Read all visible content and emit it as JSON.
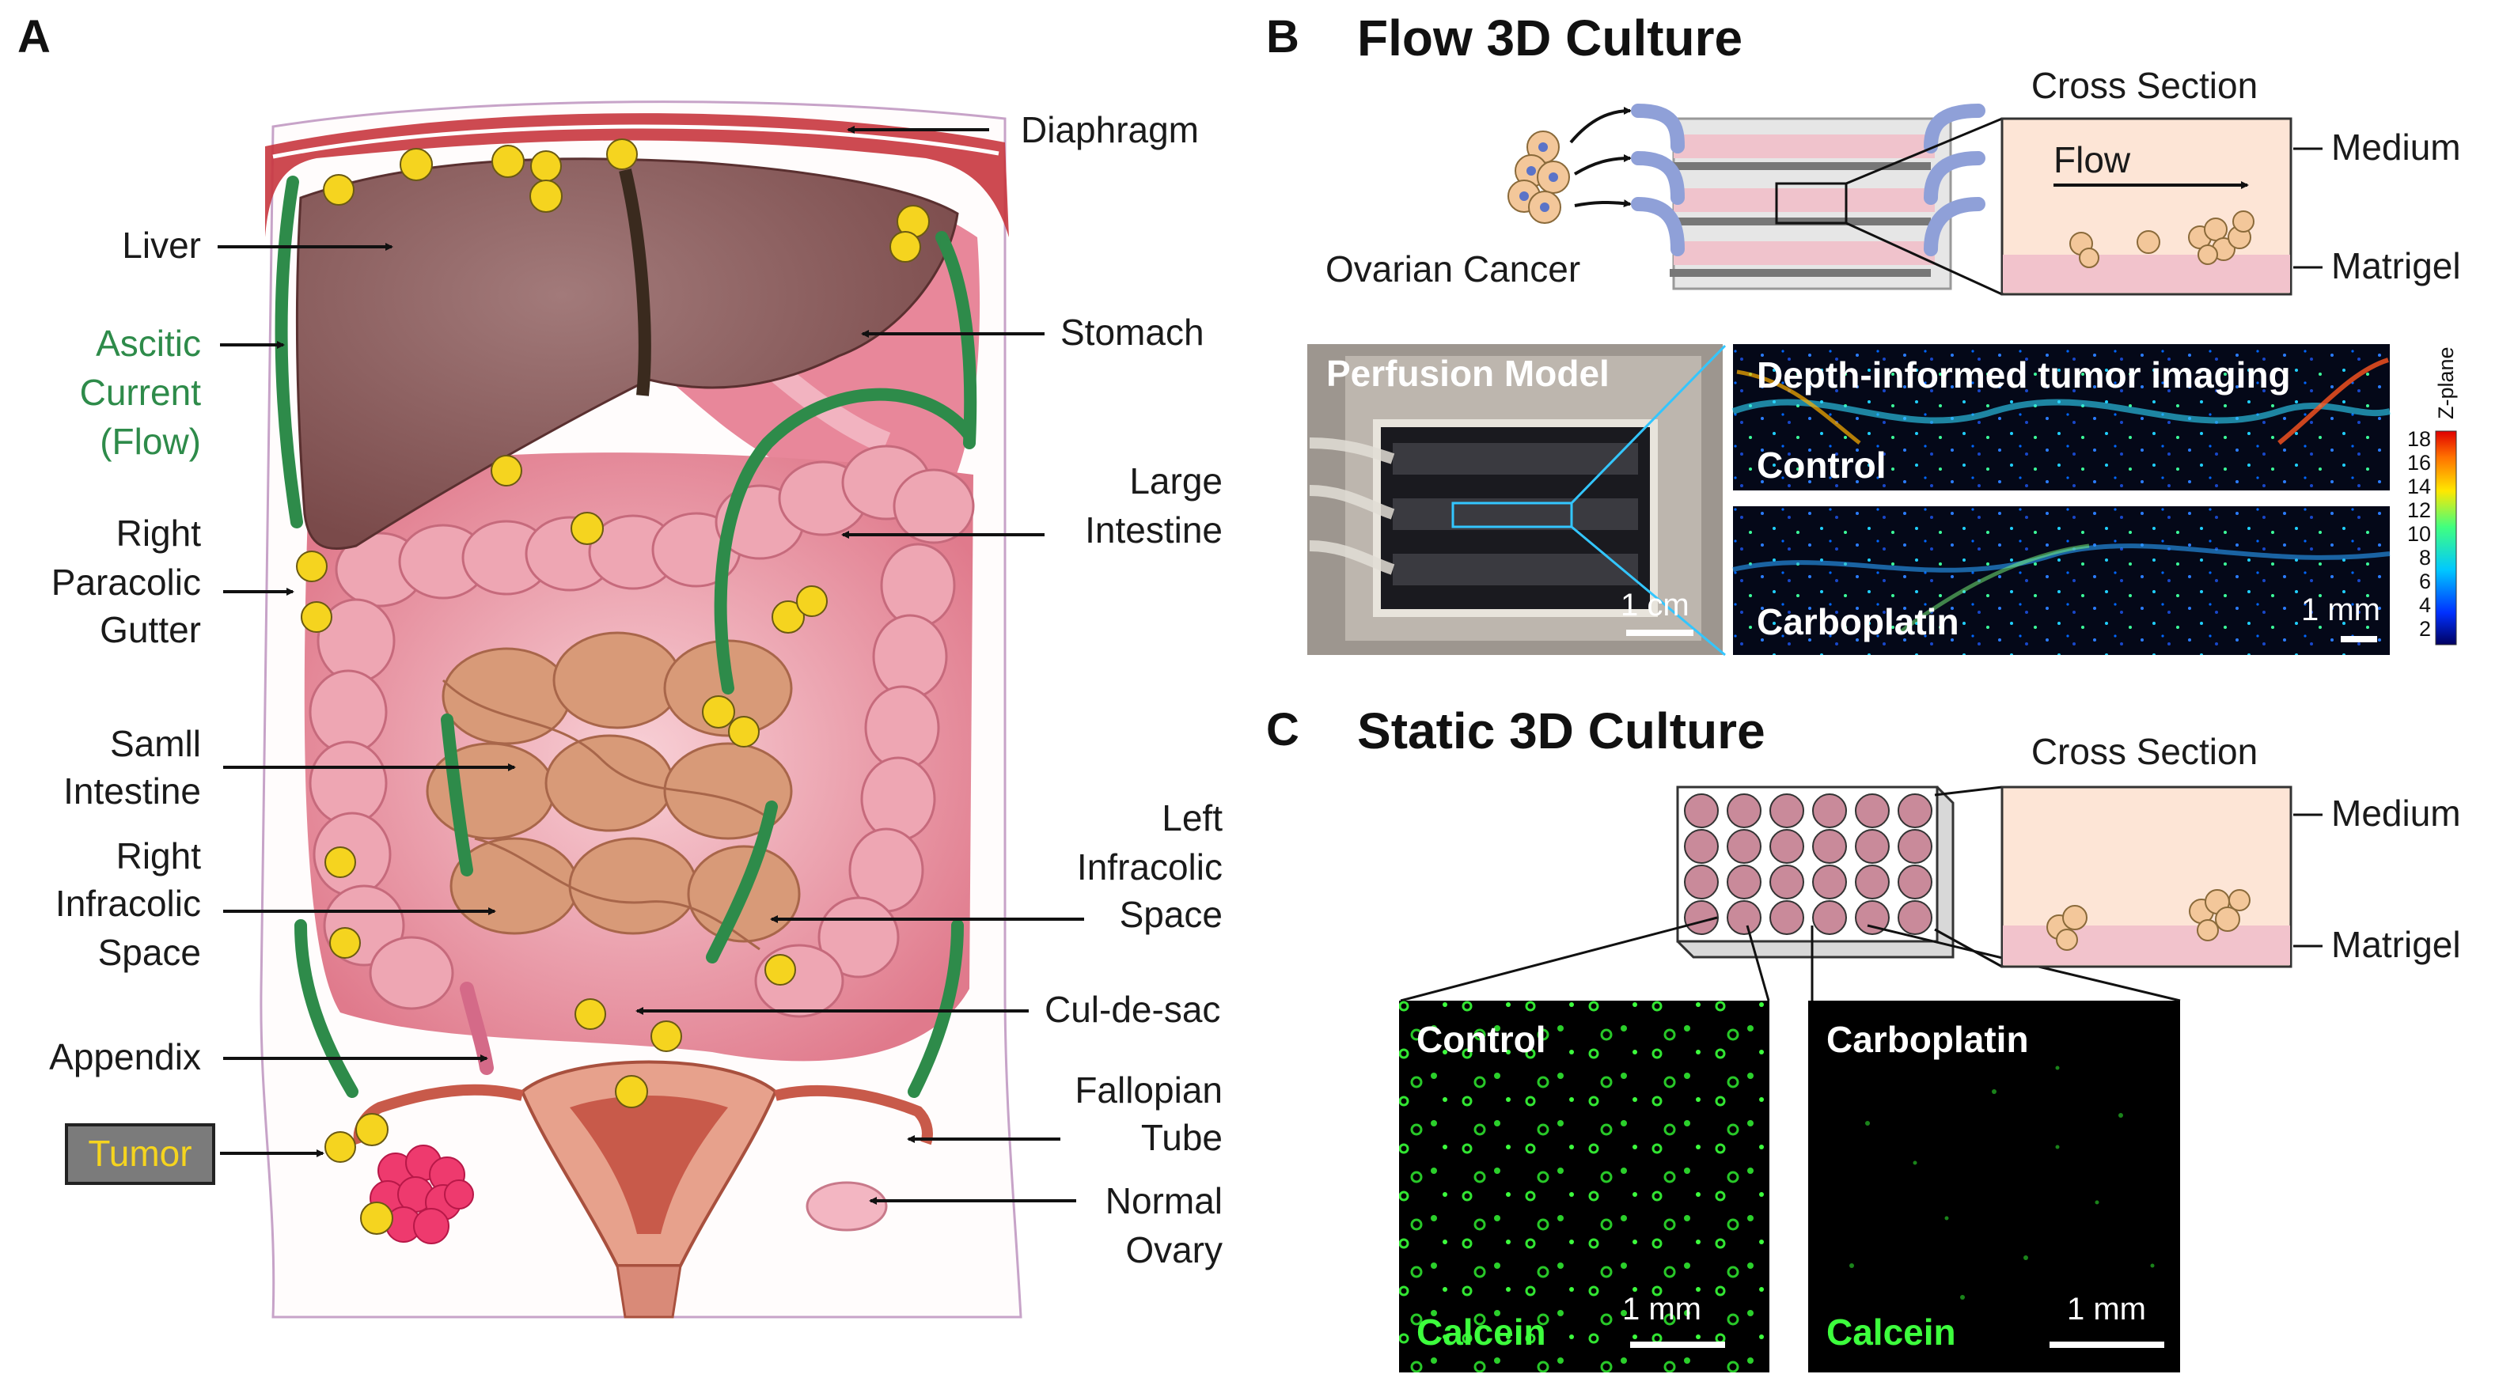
{
  "panels": {
    "a": "A",
    "b": "B",
    "c": "C"
  },
  "panel_b": {
    "title": "Flow 3D Culture",
    "cross_section": "Cross Section",
    "flow": "Flow",
    "medium": "Medium",
    "matrigel": "Matrigel",
    "ovarian_cancer": "Ovarian Cancer",
    "perfusion_model": "Perfusion Model",
    "depth_imaging": "Depth-informed tumor imaging",
    "control": "Control",
    "carboplatin": "Carboplatin",
    "scale_cm": "1 cm",
    "scale_mm": "1 mm",
    "colorbar_label": "Z-plane",
    "colorbar_ticks": [
      "18",
      "16",
      "14",
      "12",
      "10",
      "8",
      "6",
      "4",
      "2"
    ]
  },
  "panel_c": {
    "title": "Static 3D Culture",
    "cross_section": "Cross Section",
    "medium": "Medium",
    "matrigel": "Matrigel",
    "control": "Control",
    "carboplatin": "Carboplatin",
    "calcein": "Calcein",
    "scale_mm": "1 mm"
  },
  "panel_a": {
    "diaphragm": "Diaphragm",
    "liver": "Liver",
    "ascitic_1": "Ascitic",
    "ascitic_2": "Current",
    "ascitic_3": "(Flow)",
    "stomach": "Stomach",
    "large_1": "Large",
    "large_2": "Intestine",
    "paracolic_1": "Right",
    "paracolic_2": "Paracolic",
    "paracolic_3": "Gutter",
    "small_1": "Samll",
    "small_2": "Intestine",
    "left_infra_1": "Left",
    "left_infra_2": "Infracolic",
    "left_infra_3": "Space",
    "right_infra_1": "Right",
    "right_infra_2": "Infracolic",
    "right_infra_3": "Space",
    "culdesac": "Cul-de-sac",
    "appendix": "Appendix",
    "fallopian_1": "Fallopian",
    "fallopian_2": "Tube",
    "tumor": "Tumor",
    "normal_ovary_1": "Normal",
    "normal_ovary_2": "Ovary"
  },
  "colors": {
    "ascitic_green": "#2e8b4a",
    "tumor_yellow": "#f5d41f",
    "liver_brown": "#8b5a5a",
    "intestine_pink": "#e8a3ae",
    "matrigel_pink": "#f2c3cc",
    "medium_peach": "#fde5d6",
    "calcein_green": "#3dff3d"
  }
}
